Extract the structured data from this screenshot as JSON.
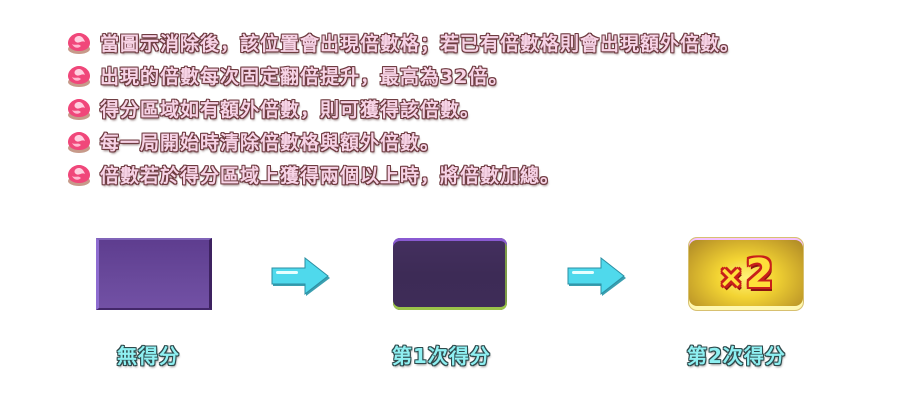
{
  "rules": [
    {
      "icon": "candy-bullet-icon",
      "text": "當圖示消除後，該位置會出現倍數格；若已有倍數格則會出現額外倍數。"
    },
    {
      "icon": "candy-bullet-icon",
      "text": "出現的倍數每次固定翻倍提升，最高為32倍。"
    },
    {
      "icon": "candy-bullet-icon",
      "text": "得分區域如有額外倍數，則可獲得該倍數。"
    },
    {
      "icon": "candy-bullet-icon",
      "text": "每一局開始時清除倍數格與額外倍數。"
    },
    {
      "icon": "candy-bullet-icon",
      "text": "倍數若於得分區域上獲得兩個以上時，將倍數加總。"
    }
  ],
  "stages": [
    {
      "label": "無得分",
      "tile": "plain-purple-tile"
    },
    {
      "label": "第1次得分",
      "tile": "dark-purple-tile"
    },
    {
      "label": "第2次得分",
      "tile": "gold-multiplier-tile",
      "multiplier_symbol": "×",
      "multiplier_value": "2"
    }
  ],
  "arrows": [
    "right-arrow-icon",
    "right-arrow-icon"
  ],
  "colors": {
    "rule_text_fill": "#f7d3e6",
    "rule_text_outline": "#6e3b40",
    "label_fill": "#8ff0f2",
    "label_outline": "#2f4a4c",
    "tile_purple": "#6a4a9c",
    "tile_dark": "#3d2b56",
    "tile_gold": "#f3d433",
    "arrow_cyan": "#4fd9ec",
    "multiplier_red": "#c8201a"
  }
}
